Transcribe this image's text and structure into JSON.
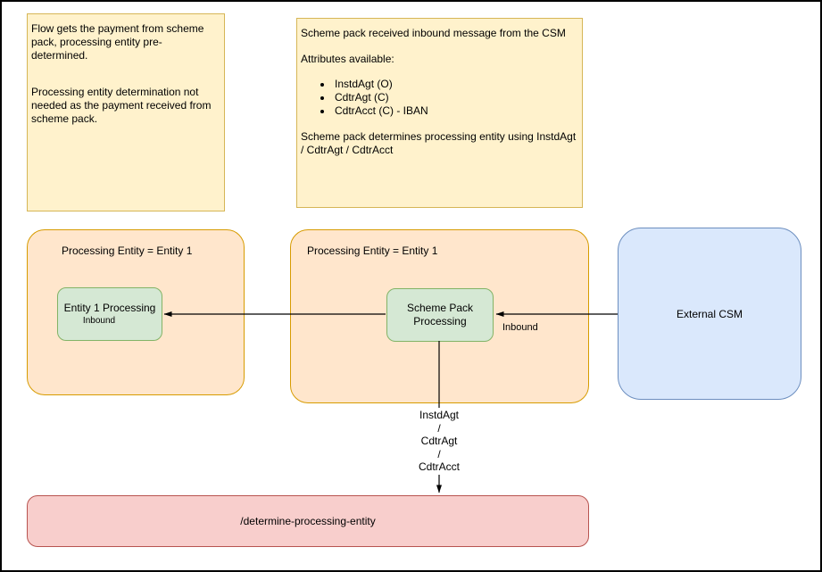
{
  "diagram": {
    "notes": [
      {
        "paragraphs": [
          "Flow gets the payment from scheme pack, processing entity pre-determined.",
          "Processing entity determination not needed as the payment received from scheme pack."
        ]
      },
      {
        "intro": "Scheme pack received inbound message from the CSM",
        "attributes_heading": "Attributes available:",
        "bullets": [
          "InstdAgt (O)",
          "CdtrAgt (C)",
          "CdtrAcct (C) - IBAN"
        ],
        "footer": "Scheme pack determines processing entity using InstdAgt / CdtrAgt / CdtrAcct"
      }
    ],
    "containers": [
      {
        "label": "Processing Entity = Entity 1"
      },
      {
        "label": "Processing Entity = Entity 1"
      }
    ],
    "nodes": {
      "entity1": {
        "label": "Entity 1 Processing",
        "sublabel": "Inbound"
      },
      "scheme_pack": {
        "label": "Scheme Pack\nProcessing"
      },
      "external_csm": {
        "label": "External CSM"
      },
      "endpoint": {
        "label": "/determine-processing-entity"
      }
    },
    "edges": {
      "csm_to_scheme_pack": {
        "label": "Inbound"
      },
      "scheme_pack_to_endpoint": {
        "label": "InstdAgt\n/\nCdtrAgt\n/\nCdtrAcct"
      }
    },
    "colors": {
      "note_fill": "#FFF2CC",
      "note_border": "#D6B656",
      "container_fill": "#FFE6CC",
      "container_border": "#D79B00",
      "process_fill": "#D5E8D4",
      "process_border": "#82B366",
      "external_fill": "#DAE8FC",
      "external_border": "#6C8EBF",
      "endpoint_fill": "#F8CECC",
      "endpoint_border": "#B85450",
      "arrow": "#000000",
      "page_border": "#000000"
    }
  }
}
